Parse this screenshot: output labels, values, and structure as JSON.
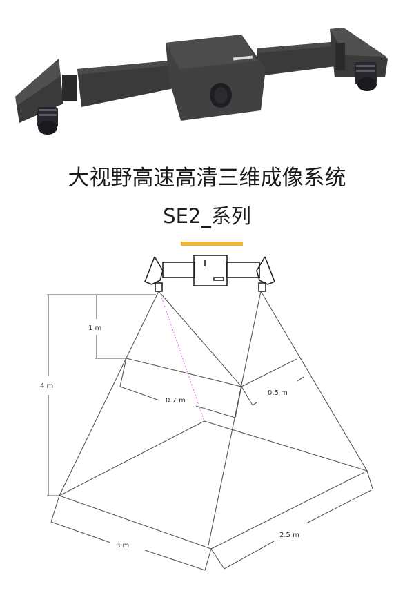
{
  "product": {
    "image_label": "SE2 3D camera system product photo",
    "colors": {
      "body": "#3c3c3c",
      "body_light": "#4e4e4e",
      "lens": "#1e1e22"
    }
  },
  "header": {
    "title": "大视野高速高清三维成像系统",
    "subtitle": "SE2_系列",
    "accent_color": "#f0b43a"
  },
  "diagram": {
    "labels": {
      "near_distance": "1 m",
      "far_distance": "4 m",
      "near_width": "0.7 m",
      "near_depth": "0.5 m",
      "far_width": "3 m",
      "far_depth": "2.5 m"
    },
    "colors": {
      "line": "#555555",
      "projector_ray": "#e070e0"
    }
  }
}
